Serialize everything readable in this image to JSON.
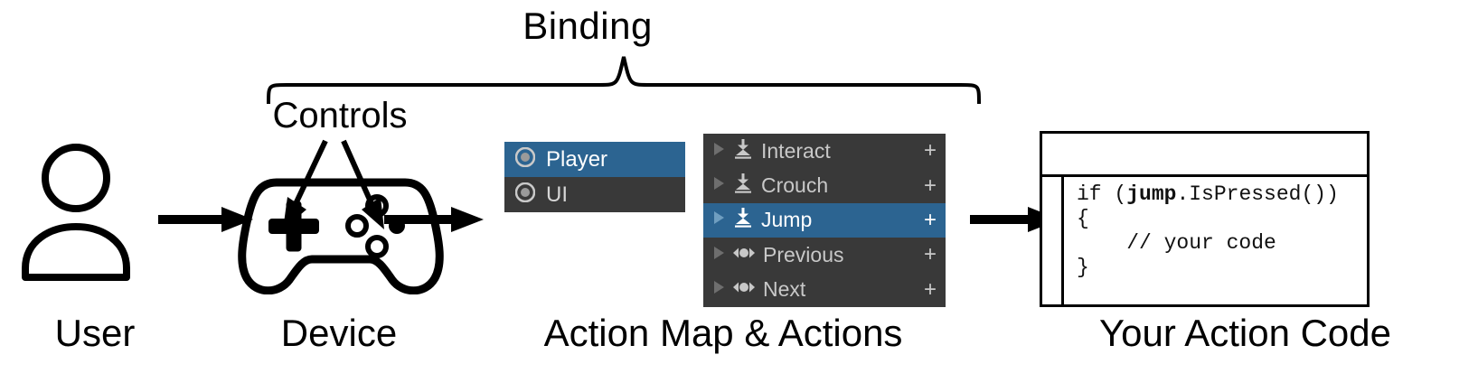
{
  "diagram": {
    "title": "Binding",
    "controls_label": "Controls",
    "captions": {
      "user": "User",
      "device": "Device",
      "action_map": "Action Map & Actions",
      "code": "Your Action Code"
    },
    "icons": {
      "user": "person-icon",
      "device": "gamepad-icon",
      "brace": "curly-brace-bracket",
      "flow_arrow": "arrow-right-icon",
      "controls_arrows": "two-arrows-pointing-down-icon"
    }
  },
  "action_maps": {
    "panel_bg": "#393939",
    "selected_bg": "#2c6491",
    "items": [
      {
        "label": "Player",
        "icon": "action-map-icon",
        "selected": true
      },
      {
        "label": "UI",
        "icon": "action-map-icon",
        "selected": false
      }
    ]
  },
  "actions": {
    "panel_bg": "#393939",
    "selected_bg": "#2c6491",
    "add_binding_label": "+",
    "items": [
      {
        "label": "Interact",
        "icon": "button-action-icon",
        "selected": false,
        "expanded": false
      },
      {
        "label": "Crouch",
        "icon": "button-action-icon",
        "selected": false,
        "expanded": false
      },
      {
        "label": "Jump",
        "icon": "button-action-icon",
        "selected": true,
        "expanded": false
      },
      {
        "label": "Previous",
        "icon": "axis-action-icon",
        "selected": false,
        "expanded": false
      },
      {
        "label": "Next",
        "icon": "axis-action-icon",
        "selected": false,
        "expanded": false
      }
    ]
  },
  "code_window": {
    "line1_prefix": "if (",
    "line1_bold": "jump",
    "line1_suffix": ".IsPressed())",
    "line2": "{",
    "line3": "    // your code",
    "line4": "}"
  }
}
